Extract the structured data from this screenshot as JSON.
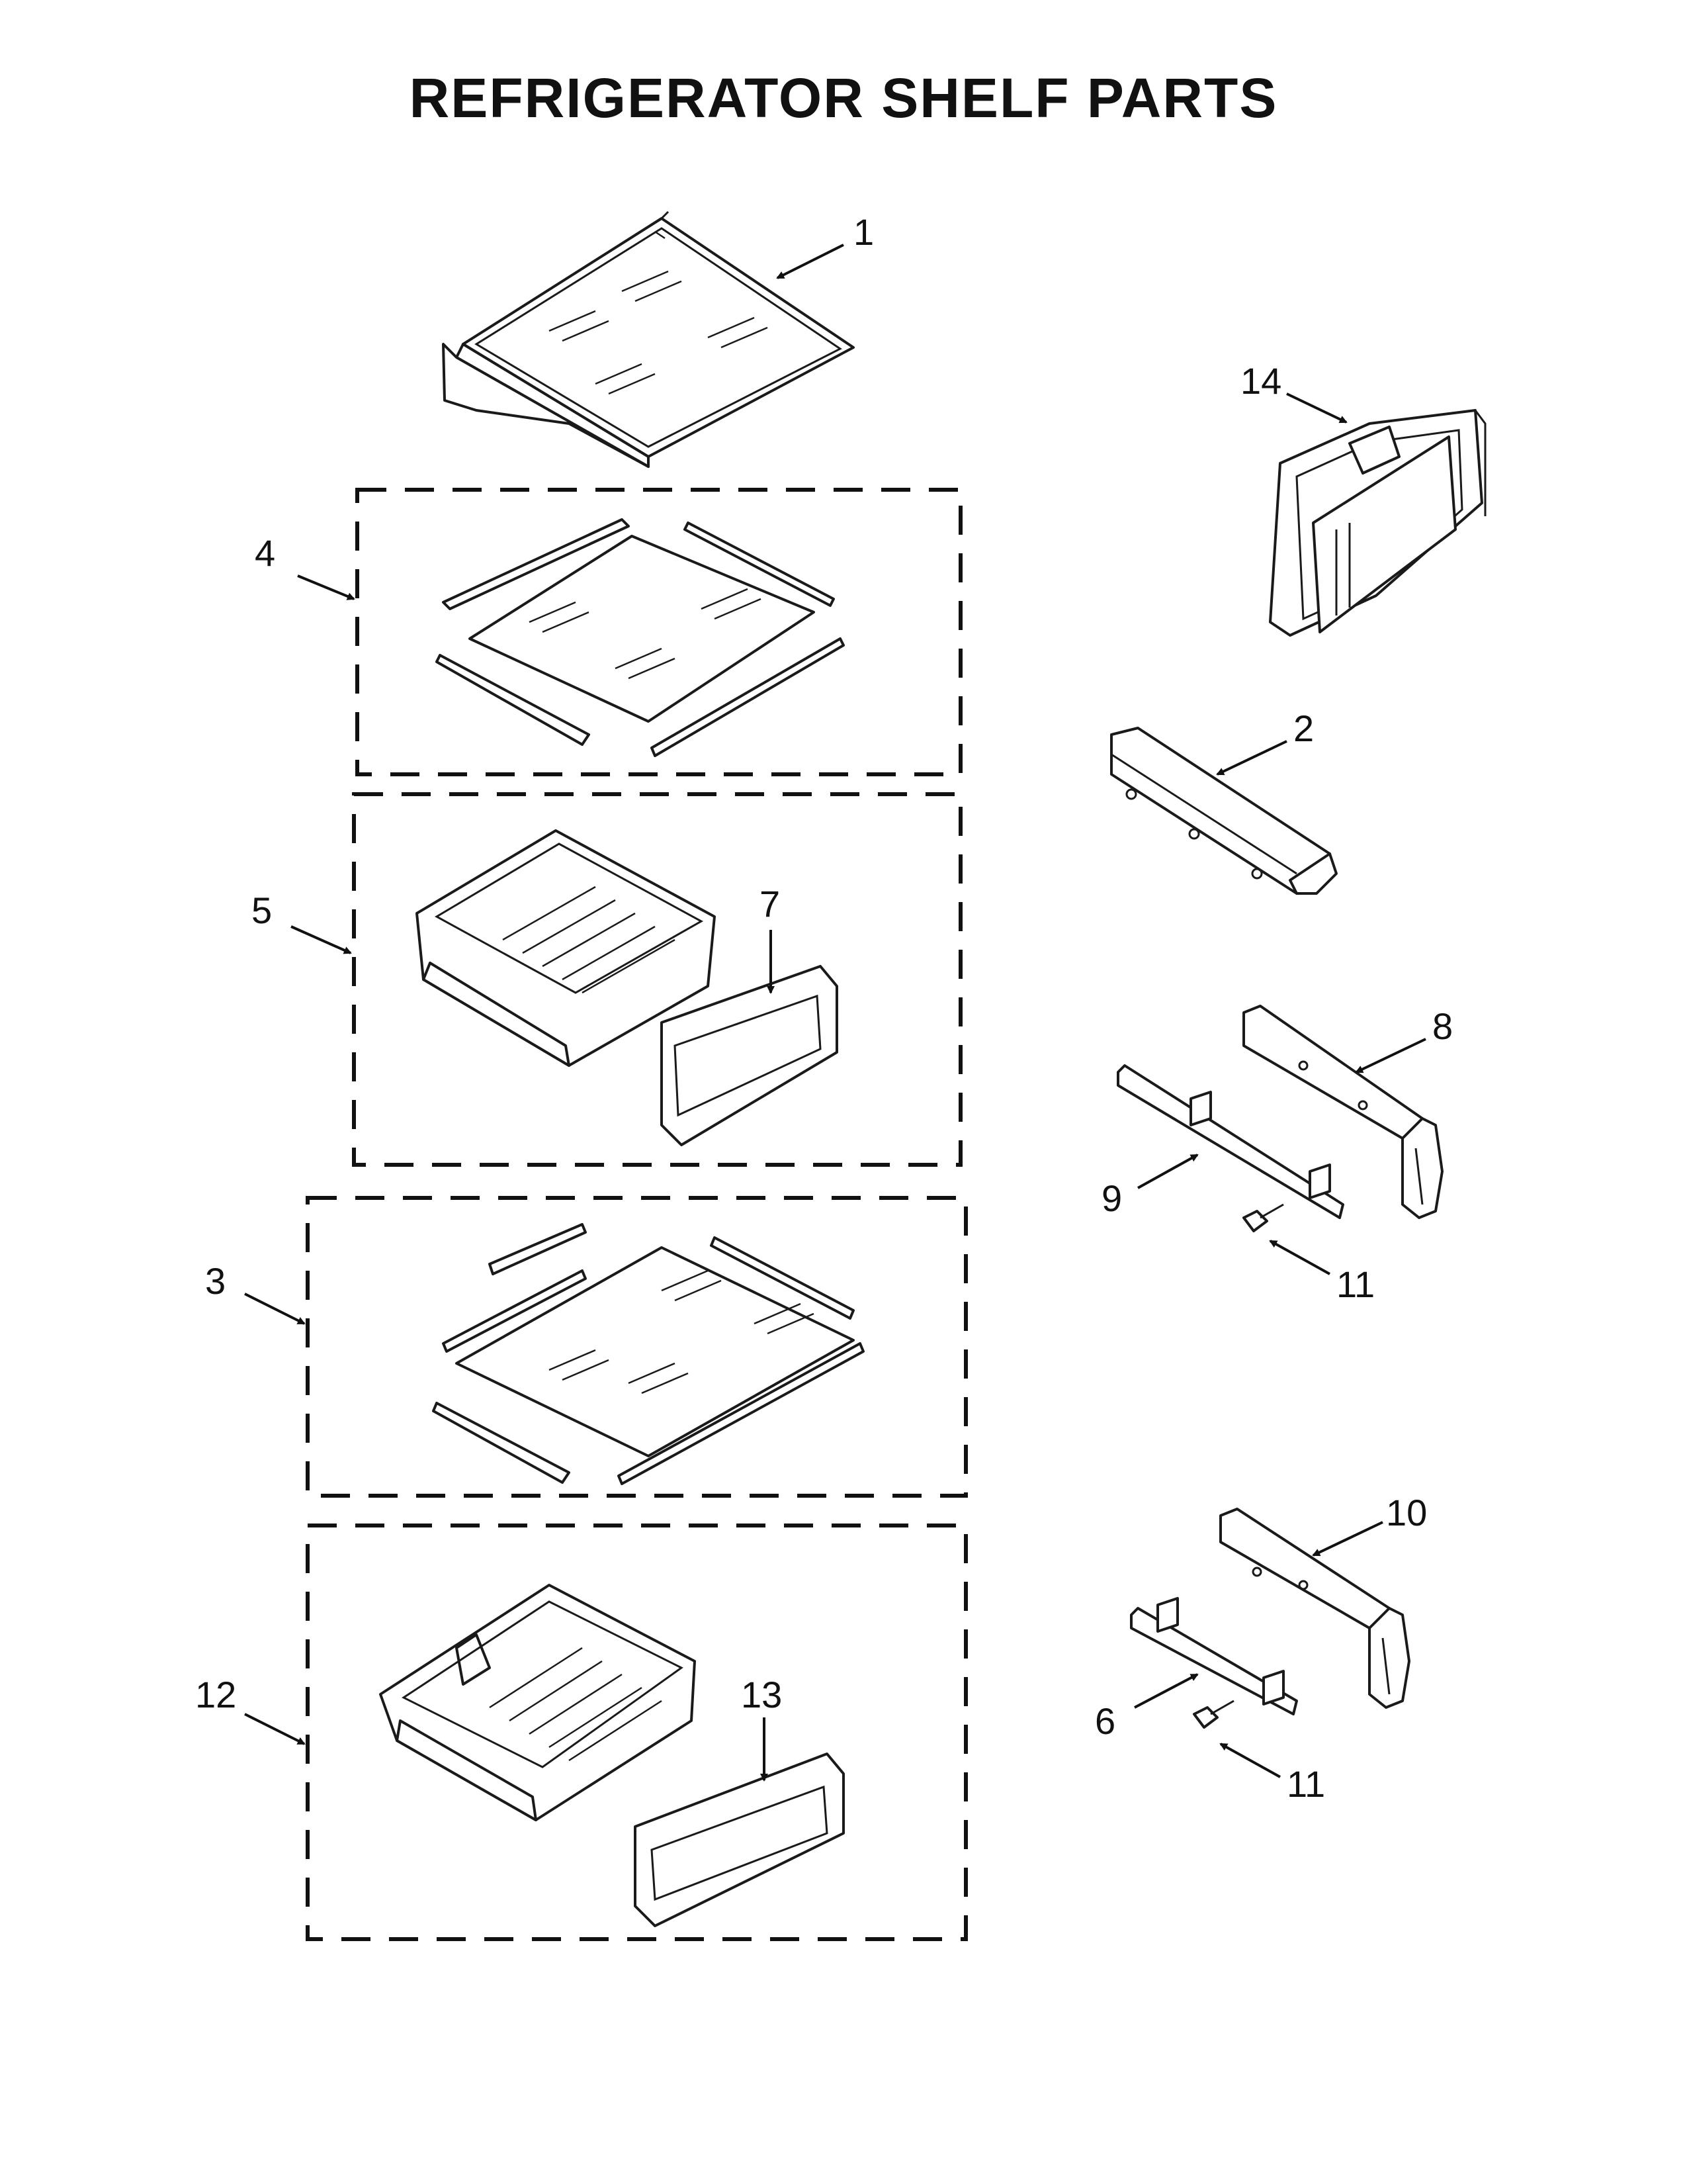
{
  "title": "REFRIGERATOR SHELF PARTS",
  "callouts": {
    "c1": "1",
    "c2": "2",
    "c3": "3",
    "c4": "4",
    "c5": "5",
    "c6": "6",
    "c7": "7",
    "c8": "8",
    "c9": "9",
    "c10": "10",
    "c11a": "11",
    "c11b": "11",
    "c12": "12",
    "c13": "13",
    "c14": "14"
  }
}
